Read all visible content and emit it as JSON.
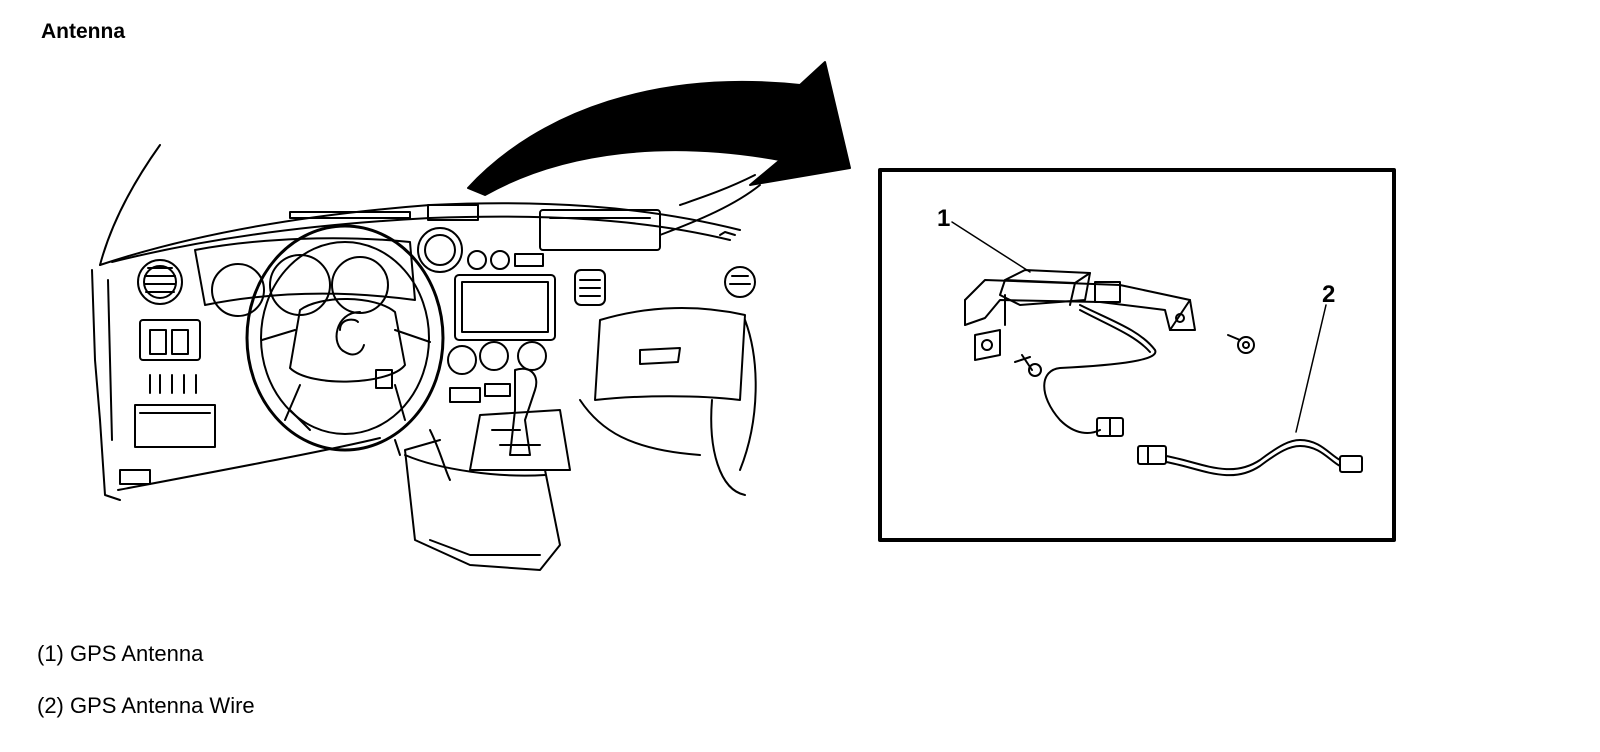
{
  "title": "Antenna",
  "callouts": [
    {
      "id": "1"
    },
    {
      "id": "2"
    }
  ],
  "legend": [
    {
      "text": "(1) GPS Antenna"
    },
    {
      "text": "(2) GPS Antenna Wire"
    }
  ],
  "colors": {
    "line": "#000000",
    "background": "#ffffff"
  }
}
